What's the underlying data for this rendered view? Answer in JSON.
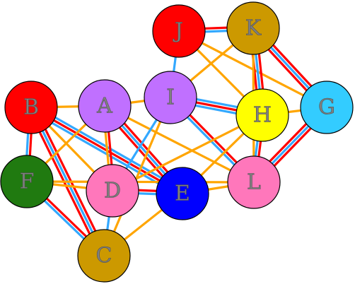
{
  "colors": {
    "red": "#ff0000",
    "orange": "#ffa500",
    "blue": "#33a8ff",
    "node_fill": {
      "A": "#c070ff",
      "B": "#ff0000",
      "C": "#cc9900",
      "D": "#ff77bb",
      "E": "#0000ff",
      "F": "#207a10",
      "G": "#33ccff",
      "H": "#ffff00",
      "I": "#c070ff",
      "J": "#ff0000",
      "K": "#cc9900",
      "L": "#ff77bb"
    }
  },
  "nodes": [
    {
      "id": "J",
      "label": "J"
    },
    {
      "id": "K",
      "label": "K"
    },
    {
      "id": "B",
      "label": "B"
    },
    {
      "id": "A",
      "label": "A"
    },
    {
      "id": "I",
      "label": "I"
    },
    {
      "id": "H",
      "label": "H"
    },
    {
      "id": "G",
      "label": "G"
    },
    {
      "id": "F",
      "label": "F"
    },
    {
      "id": "D",
      "label": "D"
    },
    {
      "id": "E",
      "label": "E"
    },
    {
      "id": "L",
      "label": "L"
    },
    {
      "id": "C",
      "label": "C"
    }
  ],
  "edges": [
    {
      "from": "J",
      "to": "K",
      "colors": [
        "red",
        "blue"
      ]
    },
    {
      "from": "J",
      "to": "I",
      "colors": [
        "blue"
      ]
    },
    {
      "from": "J",
      "to": "G",
      "colors": [
        "orange"
      ]
    },
    {
      "from": "K",
      "to": "I",
      "colors": [
        "orange"
      ]
    },
    {
      "from": "K",
      "to": "H",
      "colors": [
        "red",
        "blue",
        "red"
      ]
    },
    {
      "from": "K",
      "to": "G",
      "colors": [
        "red",
        "blue",
        "red"
      ]
    },
    {
      "from": "K",
      "to": "L",
      "colors": [
        "orange"
      ]
    },
    {
      "from": "J",
      "to": "H",
      "colors": [
        "orange"
      ]
    },
    {
      "from": "B",
      "to": "A",
      "colors": [
        "orange"
      ]
    },
    {
      "from": "B",
      "to": "F",
      "colors": [
        "red",
        "blue"
      ]
    },
    {
      "from": "B",
      "to": "C",
      "colors": [
        "red",
        "blue",
        "red"
      ]
    },
    {
      "from": "B",
      "to": "E",
      "colors": [
        "blue",
        "red",
        "blue"
      ]
    },
    {
      "from": "B",
      "to": "D",
      "colors": [
        "orange"
      ]
    },
    {
      "from": "A",
      "to": "I",
      "colors": [
        "orange"
      ]
    },
    {
      "from": "A",
      "to": "F",
      "colors": [
        "orange"
      ]
    },
    {
      "from": "A",
      "to": "E",
      "colors": [
        "red",
        "blue",
        "red"
      ]
    },
    {
      "from": "A",
      "to": "D",
      "colors": [
        "red",
        "orange"
      ]
    },
    {
      "from": "A",
      "to": "L",
      "colors": [
        "orange"
      ]
    },
    {
      "from": "I",
      "to": "H",
      "colors": [
        "blue",
        "red",
        "blue"
      ]
    },
    {
      "from": "I",
      "to": "L",
      "colors": [
        "red",
        "blue"
      ]
    },
    {
      "from": "I",
      "to": "D",
      "colors": [
        "blue"
      ]
    },
    {
      "from": "I",
      "to": "C",
      "colors": [
        "orange"
      ]
    },
    {
      "from": "H",
      "to": "G",
      "colors": [
        "orange"
      ]
    },
    {
      "from": "H",
      "to": "L",
      "colors": [
        "red",
        "blue"
      ]
    },
    {
      "from": "H",
      "to": "E",
      "colors": [
        "orange"
      ]
    },
    {
      "from": "H",
      "to": "D",
      "colors": [
        "orange"
      ]
    },
    {
      "from": "G",
      "to": "L",
      "colors": [
        "red",
        "blue",
        "red"
      ]
    },
    {
      "from": "F",
      "to": "D",
      "colors": [
        "orange"
      ]
    },
    {
      "from": "F",
      "to": "C",
      "colors": [
        "red",
        "blue"
      ]
    },
    {
      "from": "D",
      "to": "E",
      "colors": [
        "red",
        "blue"
      ]
    },
    {
      "from": "D",
      "to": "C",
      "colors": [
        "blue"
      ]
    },
    {
      "from": "E",
      "to": "L",
      "colors": [
        "orange"
      ]
    },
    {
      "from": "E",
      "to": "C",
      "colors": [
        "orange"
      ]
    },
    {
      "from": "L",
      "to": "F",
      "colors": [
        "orange"
      ]
    }
  ]
}
